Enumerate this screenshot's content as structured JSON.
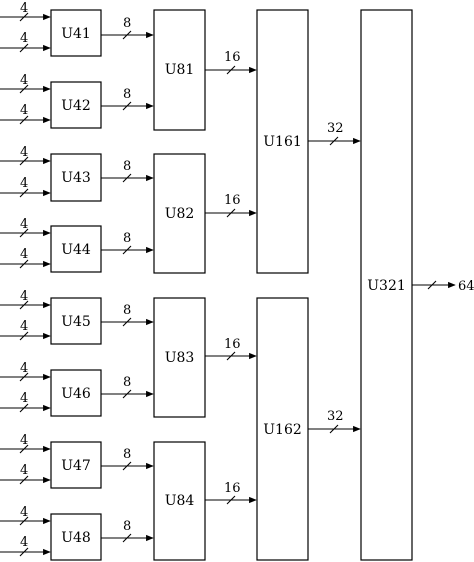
{
  "blocks": {
    "u41": "U41",
    "u42": "U42",
    "u43": "U43",
    "u44": "U44",
    "u45": "U45",
    "u46": "U46",
    "u47": "U47",
    "u48": "U48",
    "u81": "U81",
    "u82": "U82",
    "u83": "U83",
    "u84": "U84",
    "u161": "U161",
    "u162": "U162",
    "u321": "U321"
  },
  "widths": {
    "input": "4",
    "u4_out": "8",
    "u8_out": "16",
    "u16_out": "32",
    "output": "64"
  }
}
